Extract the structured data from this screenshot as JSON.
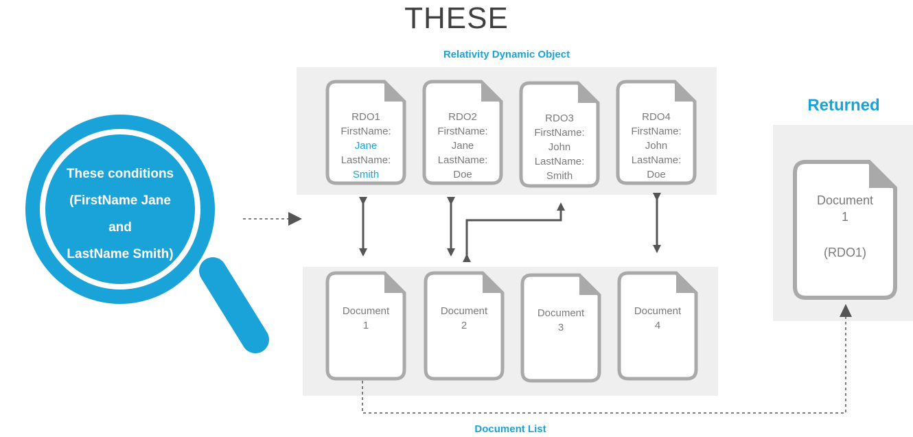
{
  "title": "THESE",
  "rdo_label": "Relativity Dynamic Object",
  "doclist_label": "Document List",
  "returned_label": "Returned",
  "magnifier": {
    "lines": [
      "These conditions",
      "(FirstName Jane",
      "and",
      "LastName Smith)"
    ]
  },
  "rdos": [
    {
      "id": "RDO1",
      "fn_label": "FirstName:",
      "first": "Jane",
      "ln_label": "LastName:",
      "last": "Smith"
    },
    {
      "id": "RDO2",
      "fn_label": "FirstName:",
      "first": "Jane",
      "ln_label": "LastName:",
      "last": "Doe"
    },
    {
      "id": "RDO3",
      "fn_label": "FirstName:",
      "first": "John",
      "ln_label": "LastName:",
      "last": "Smith"
    },
    {
      "id": "RDO4",
      "fn_label": "FirstName:",
      "first": "John",
      "ln_label": "LastName:",
      "last": "Doe"
    }
  ],
  "documents": [
    {
      "name": "Document",
      "num": "1"
    },
    {
      "name": "Document",
      "num": "2"
    },
    {
      "name": "Document",
      "num": "3"
    },
    {
      "name": "Document",
      "num": "4"
    }
  ],
  "returned_doc": {
    "name": "Document",
    "num": "1",
    "ref": "(RDO1)"
  },
  "colors": {
    "accent": "#1aa3d8",
    "panel": "#efefef",
    "doc_border": "#a9a9a9",
    "arrow": "#555555"
  }
}
